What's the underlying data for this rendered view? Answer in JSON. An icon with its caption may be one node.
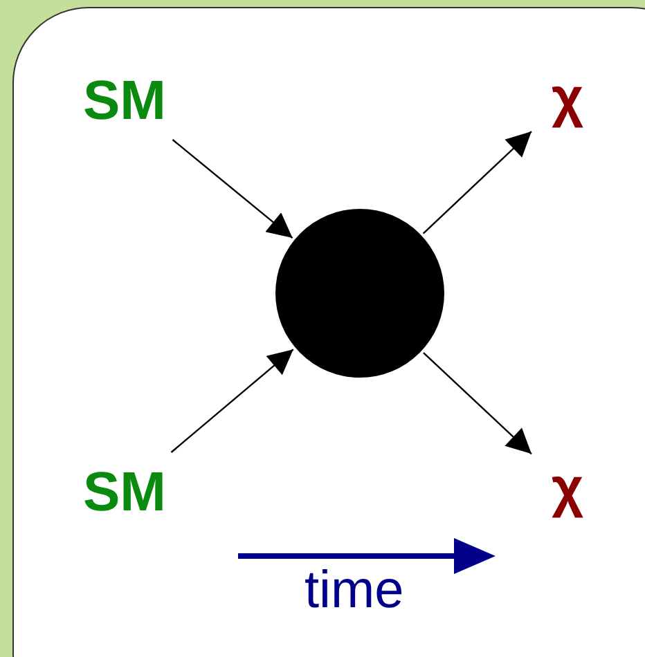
{
  "diagram": {
    "nodes": [
      {
        "text": [
          "SM"
        ]
      },
      {
        "text": [
          "χ"
        ]
      },
      {
        "text": [],
        "shape": "circle"
      },
      {
        "text": [
          "SM"
        ]
      },
      {
        "text": [
          "χ"
        ]
      }
    ],
    "edges": [
      {
        "from": 0,
        "to": 2,
        "arrow": "to"
      },
      {
        "from": 2,
        "to": 1,
        "arrow": "to"
      },
      {
        "from": 3,
        "to": 2,
        "arrow": "to"
      },
      {
        "from": 2,
        "to": 4,
        "arrow": "to"
      }
    ],
    "labels": [
      "time"
    ]
  }
}
